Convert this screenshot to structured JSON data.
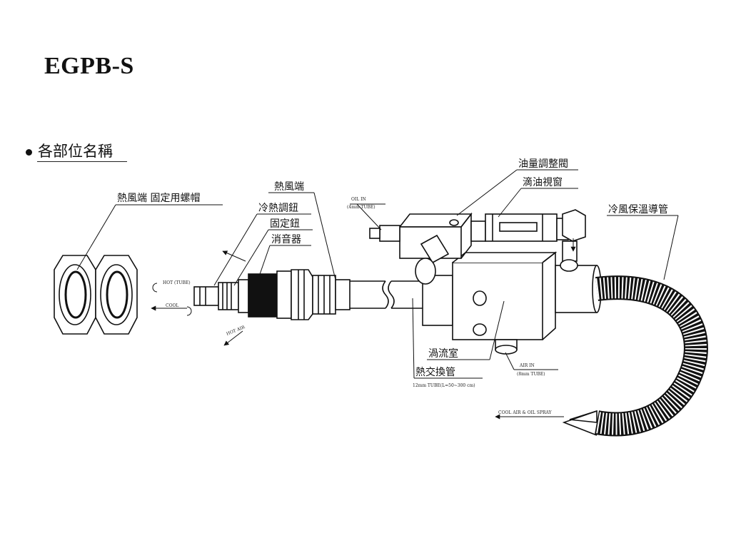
{
  "title": "EGPB-S",
  "section_heading": "各部位名稱",
  "labels": {
    "locknut": "熱風端 固定用螺帽",
    "hot_end": "熱風端",
    "cold_hot_adjust": "冷熱調鈕",
    "fixing_knob": "固定鈕",
    "muffler": "消音器",
    "oil_adjust_valve": "油量調整閥",
    "oil_drip_window": "滴油視窗",
    "cool_air_hose": "冷風保溫導管",
    "vortex_chamber": "渦流室",
    "heat_exchange_tube": "熱交換管"
  },
  "small_labels": {
    "oil_in": "OIL IN",
    "oil_in_tube": "(4mm TUBE)",
    "air_in": "AIR IN",
    "air_in_tube": "(8mm TUBE)",
    "hot_in": "HOT (TUBE)",
    "cool": "COOL",
    "hot_air": "HOT AIR",
    "tube_spec": "12mm TUBE(L=50~300 cm)",
    "cool_spray": "COOL AIR & OIL SPRAY"
  },
  "icons": [
    "arrow-icon",
    "hook-arrow-icon"
  ]
}
